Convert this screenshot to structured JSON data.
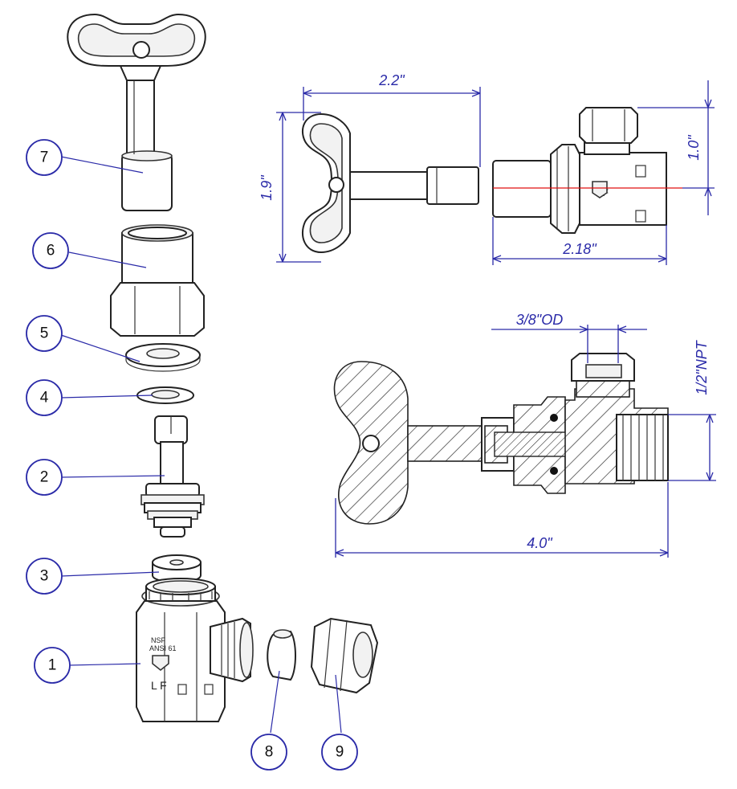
{
  "callouts": {
    "c7": "7",
    "c6": "6",
    "c5": "5",
    "c4": "4",
    "c2": "2",
    "c3": "3",
    "c1": "1",
    "c8": "8",
    "c9": "9"
  },
  "dimensions": {
    "key_width": "2.2\"",
    "key_height": "1.9\"",
    "valve_length": "2.18\"",
    "valve_height": "1.0\"",
    "outlet_od": "3/8\"OD",
    "inlet_npt": "1/2\"NPT",
    "overall_length": "4.0\""
  },
  "colors": {
    "dimension": "#2a2aa8",
    "centerline": "#e01010",
    "outline": "#222222"
  }
}
